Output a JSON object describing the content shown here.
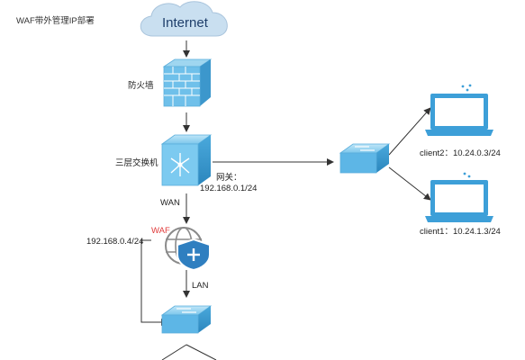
{
  "title": "WAF带外管理IP部署",
  "nodes": {
    "internet": {
      "label": "Internet",
      "icon": "cloud-icon"
    },
    "firewall": {
      "label": "防火墙",
      "icon": "firewall-icon"
    },
    "core_switch": {
      "label": "三层交换机",
      "icon": "layer3-switch-icon"
    },
    "gateway": {
      "label": "网关：",
      "ip": "192.168.0.1/24"
    },
    "waf": {
      "label": "WAF",
      "ip": "192.168.0.4/24",
      "icon": "waf-shield-icon"
    },
    "wan_port": {
      "label": "WAN"
    },
    "lan_port": {
      "label": "LAN"
    },
    "client_switch": {
      "icon": "switch-icon"
    },
    "lower_switch": {
      "icon": "switch-icon"
    },
    "client2": {
      "label": "client2：10.24.0.3/24",
      "icon": "laptop-icon"
    },
    "client1": {
      "label": "client1：10.24.1.3/24",
      "icon": "laptop-icon"
    }
  },
  "colors": {
    "device_top": "#8fd0ef",
    "device_side": "#3c9fd3",
    "cloud": "#c9dff0",
    "waf_red": "#e03b3b",
    "line": "#333333"
  }
}
